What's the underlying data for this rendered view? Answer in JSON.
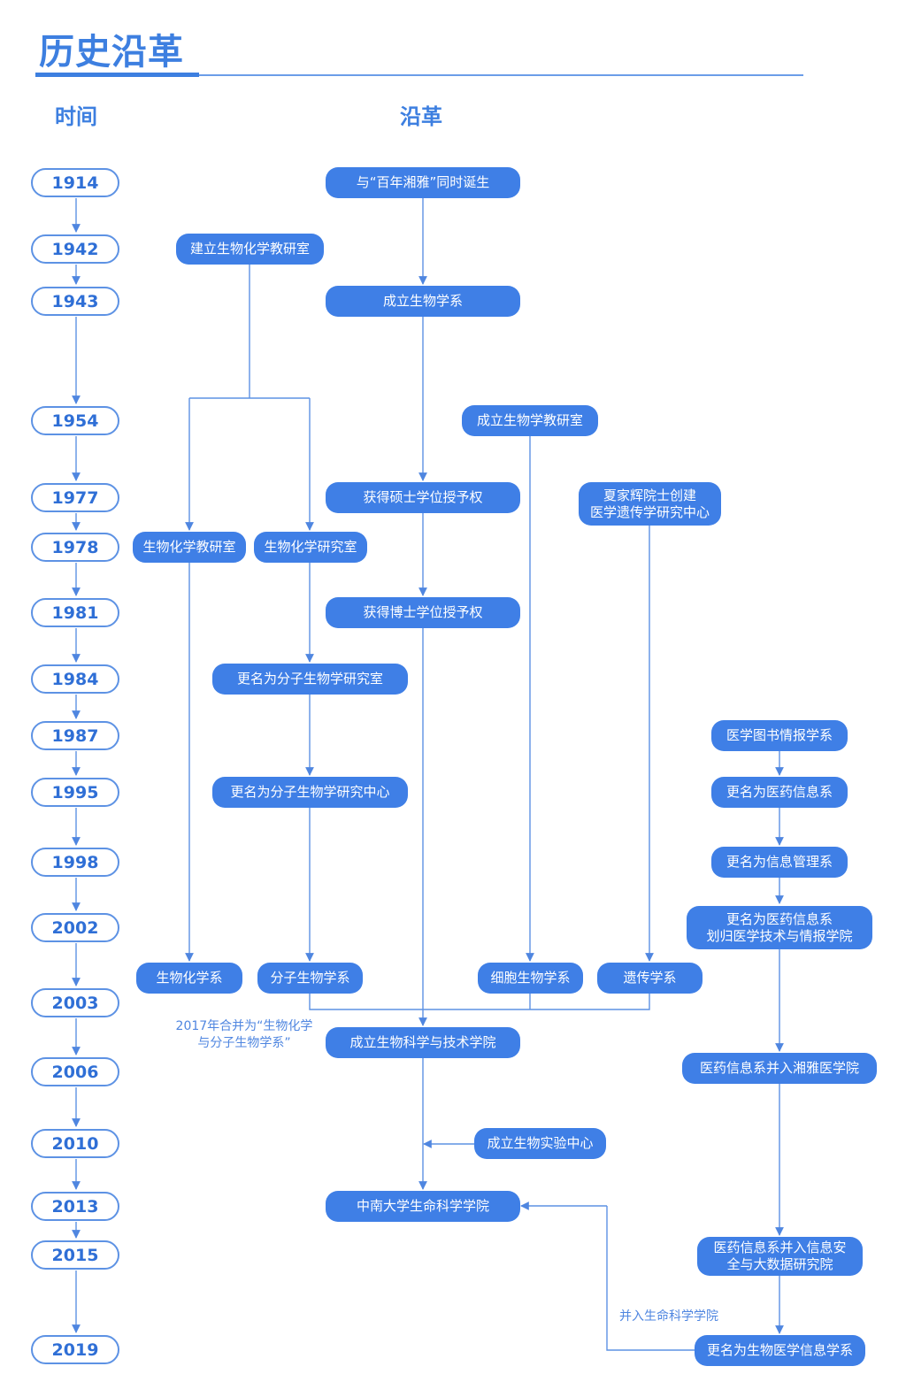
{
  "header": {
    "title": "历史沿革",
    "col_time": "时间",
    "col_history": "沿革"
  },
  "colors": {
    "accent": "#3f7fe6",
    "line": "#5d92e4"
  },
  "years": [
    "1914",
    "1942",
    "1943",
    "1954",
    "1977",
    "1978",
    "1981",
    "1984",
    "1987",
    "1995",
    "1998",
    "2002",
    "2003",
    "2006",
    "2010",
    "2013",
    "2015",
    "2019"
  ],
  "nodes": {
    "birth": "与“百年湘雅”同时诞生",
    "biochem_office_1942": "建立生物化学教研室",
    "biology_dept": "成立生物学系",
    "biology_teaching_office": "成立生物学教研室",
    "master_degree": "获得硕士学位授予权",
    "genetics_center": "夏家辉院士创建\n医学遗传学研究中心",
    "biochem_teaching": "生物化学教研室",
    "biochem_research": "生物化学研究室",
    "phd_degree": "获得博士学位授予权",
    "molbio_office": "更名为分子生物学研究室",
    "med_library": "医学图书情报学系",
    "molbio_center": "更名为分子生物学研究中心",
    "med_info_1995": "更名为医药信息系",
    "info_mgmt": "更名为信息管理系",
    "med_info_2002": "更名为医药信息系\n划归医学技术与情报学院",
    "biochem_dept": "生物化学系",
    "molbio_dept": "分子生物学系",
    "cellbio_dept": "细胞生物学系",
    "genetics_dept": "遗传学系",
    "bio_sci_tech_college": "成立生物科学与技术学院",
    "med_info_xiangya": "医药信息系并入湘雅医学院",
    "bio_lab_center": "成立生物实验中心",
    "csu_life_sci": "中南大学生命科学学院",
    "info_security": "医药信息系并入信息安\n全与大数据研究院",
    "biomed_info": "更名为生物医学信息学系"
  },
  "notes": {
    "merge_2017": "2017年合并为“生物化学\n与分子生物学系”",
    "merge_life_sci": "并入生命科学学院"
  }
}
